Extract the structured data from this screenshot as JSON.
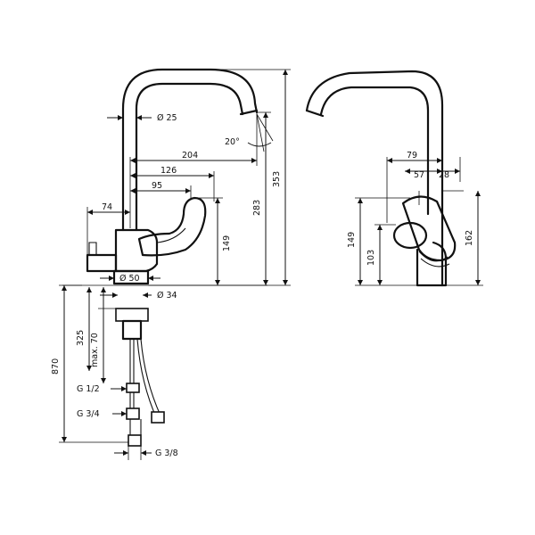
{
  "dimensions": {
    "left_view": {
      "spout_diameter": "Ø 25",
      "spout_angle": "20°",
      "reach_204": "204",
      "reach_126": "126",
      "reach_95": "95",
      "offset_74": "74",
      "height_149": "149",
      "height_283": "283",
      "height_353": "353",
      "base_diameter_50": "Ø 50",
      "hole_diameter_34": "Ø 34",
      "below_325": "325",
      "max_70": "max. 70",
      "total_870": "870",
      "thread_g12": "G 1/2",
      "thread_g34": "G 3/4",
      "thread_g38": "G 3/8"
    },
    "right_view": {
      "width_79": "79",
      "width_57": "57",
      "width_28": "28",
      "height_149": "149",
      "height_103": "103",
      "height_162": "162"
    }
  }
}
